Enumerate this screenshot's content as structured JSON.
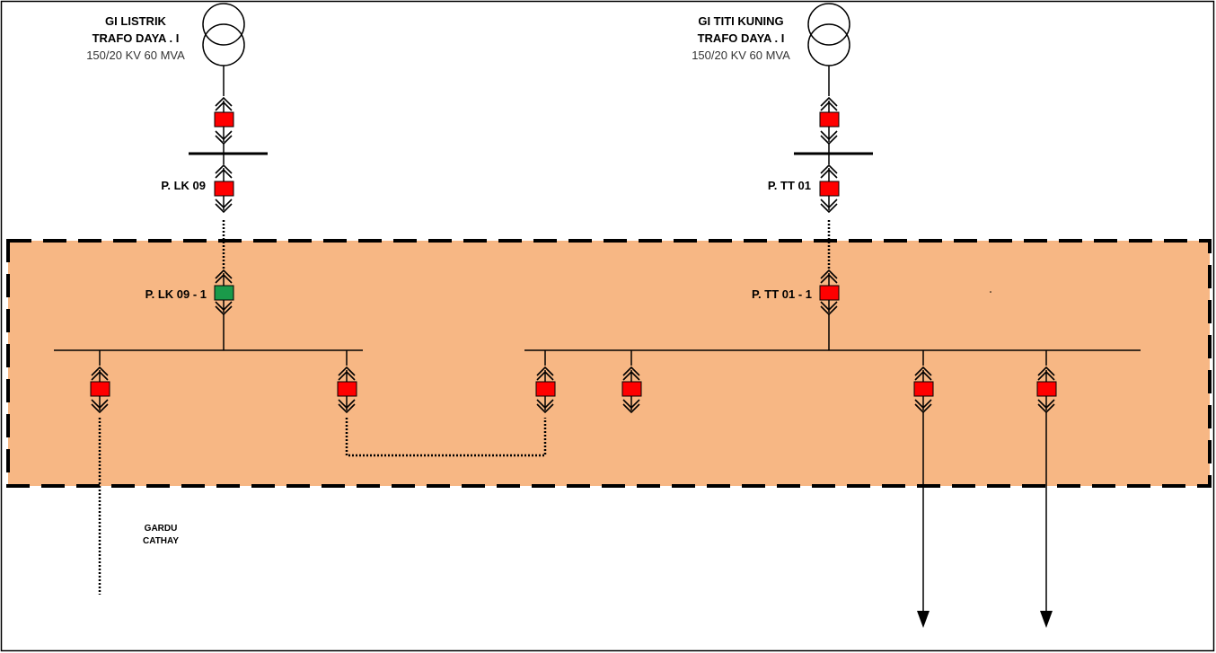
{
  "source_left": {
    "name": "GI LISTRIK",
    "trafo": "TRAFO DAYA . I",
    "rating": "150/20 KV 60 MVA"
  },
  "source_right": {
    "name": "GI TITI KUNING",
    "trafo": "TRAFO DAYA . I",
    "rating": "150/20 KV 60 MVA"
  },
  "breakers": {
    "lk09": "P. LK 09",
    "tt01": "P. TT 01",
    "lk09_1": "P. LK 09 - 1",
    "tt01_1": "P. TT 01 - 1"
  },
  "gardu": {
    "line1": "GARDU",
    "line2": "CATHAY"
  },
  "colors": {
    "breaker_closed": "#ff0000",
    "breaker_open": "#1a9a4a",
    "zone_fill": "#f7b784",
    "line": "#000000"
  }
}
